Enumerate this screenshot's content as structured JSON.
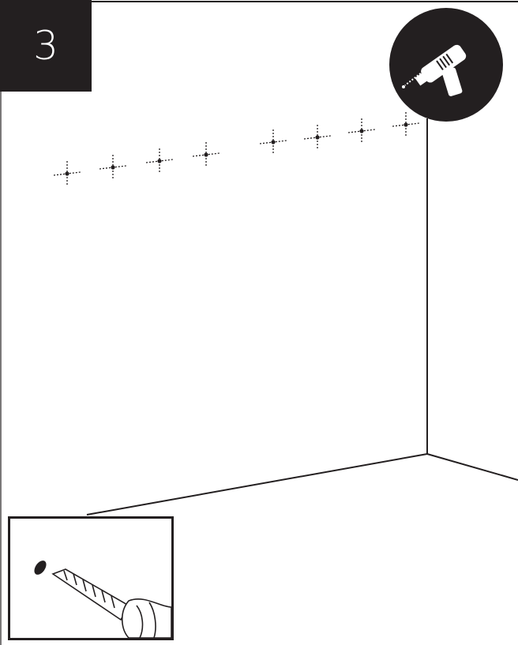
{
  "step": {
    "number": "3"
  },
  "tool_icon": {
    "name": "drill-icon"
  },
  "inset": {
    "name": "drill-bit-hole-detail"
  },
  "marks": {
    "count": 8
  },
  "colors": {
    "ink": "#231f20",
    "paper": "#ffffff"
  }
}
